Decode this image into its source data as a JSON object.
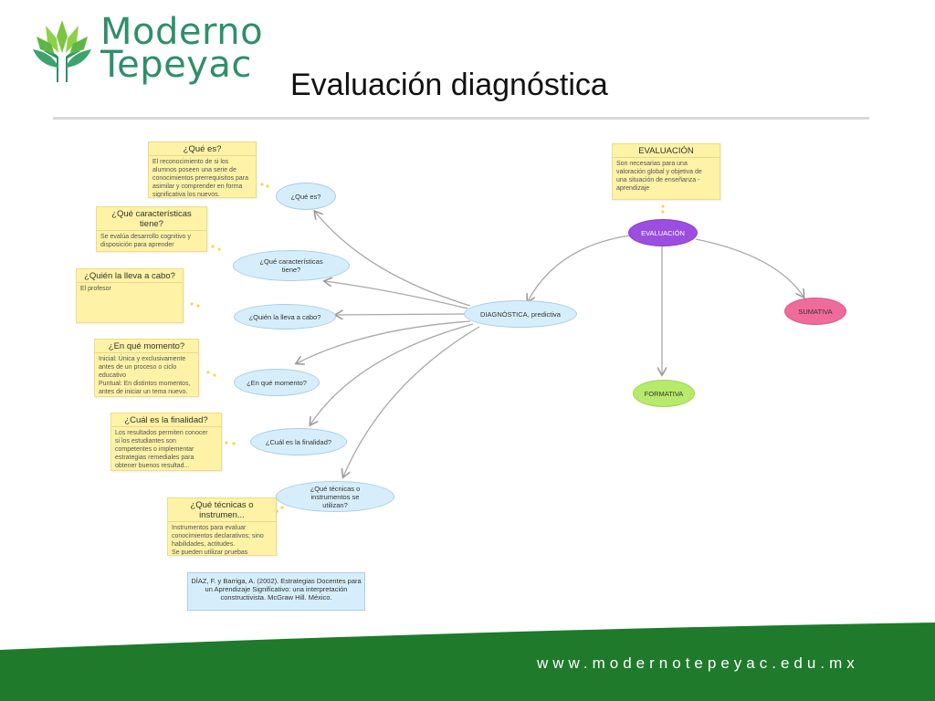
{
  "brand": {
    "line1": "Moderno",
    "line2": "Tepeyac"
  },
  "title": "Evaluación diagnóstica",
  "colors": {
    "brand_green": "#2f8f6a",
    "footer_green": "#1f7a2c",
    "bubble_blue": "#d6eefb",
    "note_yellow": "#fdf2a6",
    "evaluacion_purple": "#9b4ee0",
    "sumativa_pink": "#f06a9a",
    "formativa_green": "#b7ea6a"
  },
  "concept_map": {
    "central": "DIAGNÓSTICA, predictiva",
    "root": "EVALUACIÓN",
    "branches": [
      "SUMATIVA",
      "FORMATIVA"
    ],
    "questions": [
      "¿Qué es?",
      "¿Qué características tiene?",
      "¿Quién la lleva a cabo?",
      "¿En qué momento?",
      "¿Cuál es la finalidad?",
      "¿Qué técnicas o instrumentos se utilizan?"
    ],
    "notes": [
      {
        "title": "¿Qué es?",
        "body": "El reconocimiento de si los\nalumnos poseen una serie de\nconocimientos prerrequisitos para\nasimilar y comprender en forma\nsignificativa los nuevos."
      },
      {
        "title": "¿Qué características tiene?",
        "body": "Se evalúa desarrollo cognitivo y\ndisposición para aprender"
      },
      {
        "title": "¿Quién la lleva a cabo?",
        "body": "El profesor"
      },
      {
        "title": "¿En qué momento?",
        "body": "Inicial: Única y exclusivamente\nantes de un proceso o ciclo\neducativo\nPuntual: En distintos momentos,\nantes de iniciar un tema nuevo."
      },
      {
        "title": "¿Cuál es la finalidad?",
        "body": "Los resultados permiten conocer\nsi los estudiantes son\ncompetentes o implementar\nestrategias remediales para\nobtener buenos resultad..."
      },
      {
        "title": "¿Qué técnicas o instrumen...",
        "body": "Instrumentos para evaluar\nconocimientos declarativos; sino\nhabilidades, actitudes.\nSe pueden utilizar pruebas\nobjetivas, cuestionarios abiert..."
      }
    ],
    "root_note": {
      "title": "EVALUACIÓN",
      "body": "Son necesarias para una\nvaloración global y objetiva de\nuna situación de enseñanza -\naprendizaje"
    },
    "reference": "DÍAZ, F. y Barriga, A. (2002). Estrategias Docentes para un Aprendizaje Significativo: una interpretación constructivista. McGraw Hill. México."
  },
  "footer": {
    "url": "www.modernotepeyac.edu.mx"
  }
}
